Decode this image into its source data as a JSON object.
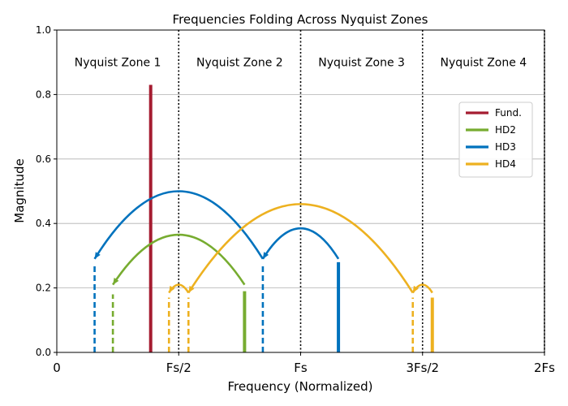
{
  "chart_data": {
    "type": "line",
    "title": "Frequencies Folding Across Nyquist Zones",
    "xlabel": "Frequency (Normalized)",
    "ylabel": "Magnitude",
    "xlim": [
      0,
      2
    ],
    "ylim": [
      0,
      1.0
    ],
    "grid": "y",
    "xticks": [
      {
        "value": 0,
        "label": "0"
      },
      {
        "value": 0.5,
        "label": "Fs/2"
      },
      {
        "value": 1.0,
        "label": "Fs"
      },
      {
        "value": 1.5,
        "label": "3Fs/2"
      },
      {
        "value": 2.0,
        "label": "2Fs"
      }
    ],
    "yticks": [
      {
        "value": 0.0,
        "label": "0.0"
      },
      {
        "value": 0.2,
        "label": "0.2"
      },
      {
        "value": 0.4,
        "label": "0.4"
      },
      {
        "value": 0.6,
        "label": "0.6"
      },
      {
        "value": 0.8,
        "label": "0.8"
      },
      {
        "value": 1.0,
        "label": "1.0"
      }
    ],
    "zone_boundaries": [
      0.5,
      1.0,
      1.5,
      2.0
    ],
    "zones": [
      {
        "label": "Nyquist Zone 1",
        "x": 0.25
      },
      {
        "label": "Nyquist Zone 2",
        "x": 0.75
      },
      {
        "label": "Nyquist Zone 3",
        "x": 1.25
      },
      {
        "label": "Nyquist Zone 4",
        "x": 1.75
      }
    ],
    "legend_position": "right",
    "series": [
      {
        "name": "Fund.",
        "color": "#a51c30",
        "actual": [
          {
            "x": 0.385,
            "y": 0.83
          }
        ],
        "aliased": [],
        "arcs": []
      },
      {
        "name": "HD2",
        "color": "#77ac30",
        "actual": [
          {
            "x": 0.77,
            "y": 0.19
          }
        ],
        "aliased": [
          {
            "x": 0.23,
            "y": 0.18
          }
        ],
        "arcs": [
          {
            "from": 0.77,
            "to": 0.23,
            "peak": 0.365,
            "start_y": 0.21,
            "end_y": 0.21
          }
        ]
      },
      {
        "name": "HD3",
        "color": "#0072bd",
        "actual": [
          {
            "x": 1.155,
            "y": 0.28
          }
        ],
        "aliased": [
          {
            "x": 0.845,
            "y": 0.27
          },
          {
            "x": 0.155,
            "y": 0.27
          }
        ],
        "arcs": [
          {
            "from": 1.155,
            "to": 0.845,
            "peak": 0.385,
            "start_y": 0.29,
            "end_y": 0.29
          },
          {
            "from": 0.845,
            "to": 0.155,
            "peak": 0.5,
            "start_y": 0.29,
            "end_y": 0.29
          }
        ]
      },
      {
        "name": "HD4",
        "color": "#edb120",
        "actual": [
          {
            "x": 1.54,
            "y": 0.17
          }
        ],
        "aliased": [
          {
            "x": 1.46,
            "y": 0.17
          },
          {
            "x": 0.54,
            "y": 0.17
          },
          {
            "x": 0.46,
            "y": 0.17
          }
        ],
        "arcs": [
          {
            "from": 1.54,
            "to": 1.46,
            "peak": 0.21,
            "start_y": 0.185,
            "end_y": 0.185
          },
          {
            "from": 1.46,
            "to": 0.54,
            "peak": 0.46,
            "start_y": 0.185,
            "end_y": 0.185
          },
          {
            "from": 0.54,
            "to": 0.46,
            "peak": 0.21,
            "start_y": 0.185,
            "end_y": 0.185
          }
        ]
      }
    ]
  }
}
